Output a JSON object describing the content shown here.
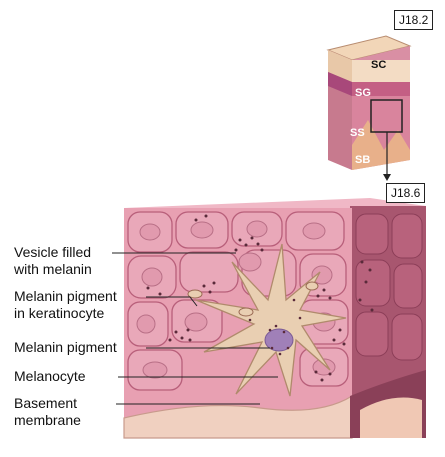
{
  "refs": {
    "top": "J18.2",
    "bottom": "J18.6"
  },
  "layers": {
    "sc": "SC",
    "sg": "SG",
    "ss": "SS",
    "sb": "SB"
  },
  "labels": {
    "vesicle_line1": "Vesicle filled",
    "vesicle_line2": "with melanin",
    "pigment_kerat_line1": "Melanin pigment",
    "pigment_kerat_line2": "in keratinocyte",
    "melanin_pigment": "Melanin pigment",
    "melanocyte": "Melanocyte",
    "basement_line1": "Basement",
    "basement_line2": "membrane"
  },
  "colors": {
    "cell_fill": "#e8a0b2",
    "cell_edge": "#b85f7a",
    "side_face": "#a8566f",
    "melanocyte": "#e9cfb2",
    "pigment": "#5a2a3a"
  }
}
